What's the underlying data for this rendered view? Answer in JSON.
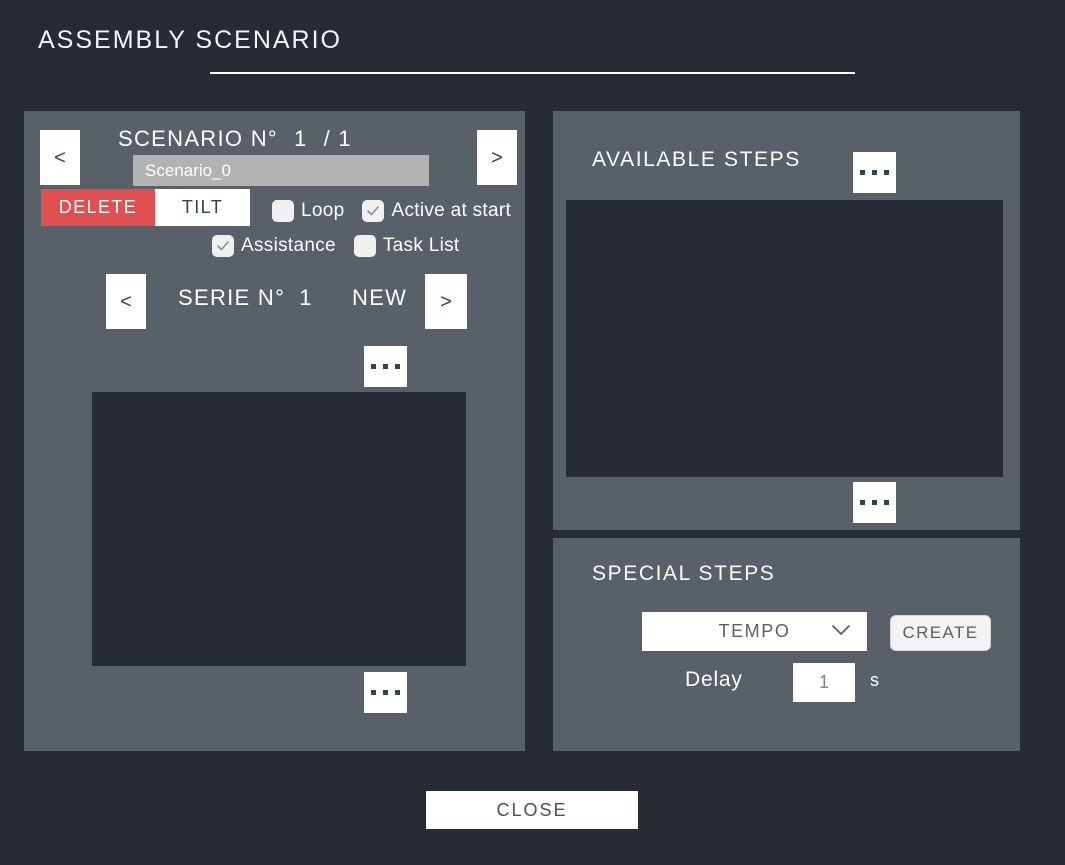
{
  "window": {
    "title": "ASSEMBLY SCENARIO"
  },
  "colors": {
    "background": "#272b33",
    "panel": "#5a6067",
    "listbox": "#272b33",
    "accent_danger": "#e15050",
    "button_light": "#ffffff",
    "icon_blue": "#2d4356",
    "input_gray": "#b2b2b2"
  },
  "scenario_panel": {
    "heading_label": "SCENARIO N°",
    "current_index": "1",
    "separator": "/",
    "total": "1",
    "prev_label": "<",
    "next_label": ">",
    "name_value": "Scenario_0",
    "name_placeholder": "Scenario_0",
    "delete_label": "DELETE",
    "tilt_label": "TILT",
    "checkboxes": [
      {
        "name": "loop",
        "label": "Loop",
        "checked": false
      },
      {
        "name": "active-at-start",
        "label": "Active at start",
        "checked": true
      },
      {
        "name": "assistance",
        "label": "Assistance",
        "checked": true
      },
      {
        "name": "task-list",
        "label": "Task List",
        "checked": false
      }
    ],
    "serie": {
      "heading_label": "SERIE N°",
      "current_index": "1",
      "new_label": "NEW",
      "prev_label": "<",
      "next_label": ">"
    },
    "options_icon": "ellipsis-icon",
    "steps_items": []
  },
  "available_steps_panel": {
    "title": "AVAILABLE STEPS",
    "options_icon": "ellipsis-icon",
    "items": []
  },
  "special_steps_panel": {
    "title": "SPECIAL STEPS",
    "type_selected": "TEMPO",
    "type_options": [
      "TEMPO"
    ],
    "dropdown_icon": "chevron-down-icon",
    "create_label": "CREATE",
    "delay_label": "Delay",
    "delay_value": "1",
    "delay_unit": "s"
  },
  "footer": {
    "close_label": "CLOSE"
  }
}
